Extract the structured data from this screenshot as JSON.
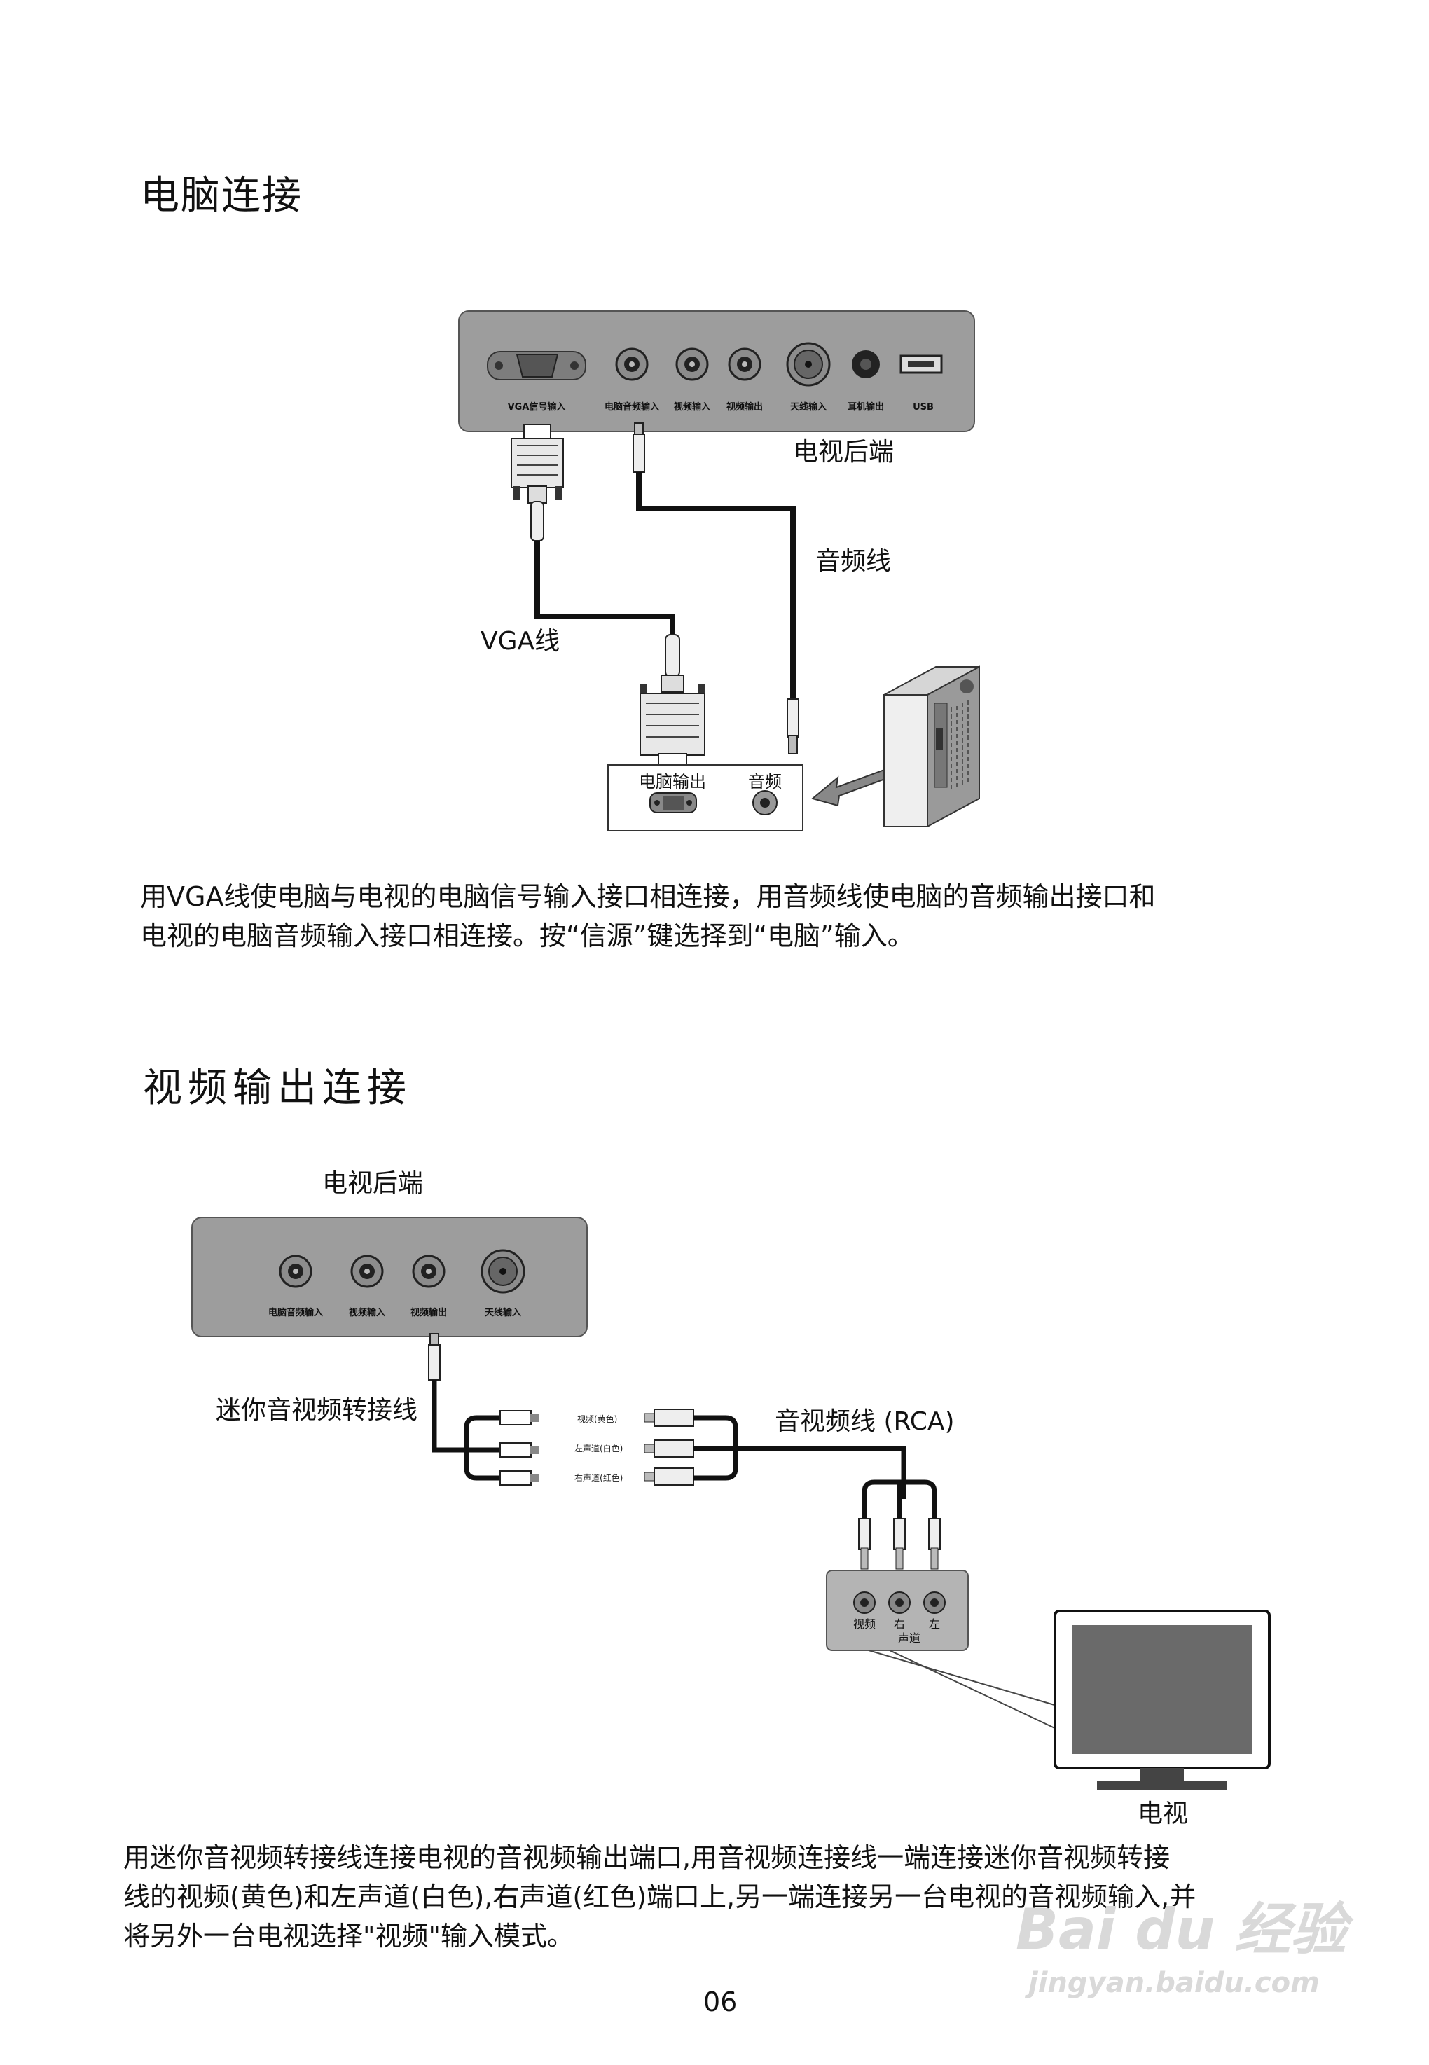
{
  "section1": {
    "title": "电脑连接",
    "panel_ports": [
      "VGA信号输入",
      "电脑音频输入",
      "视频输入",
      "视频输出",
      "天线输入",
      "耳机输出",
      "USB"
    ],
    "tv_rear_label": "电视后端",
    "audio_cable_label": "音频线",
    "vga_cable_label": "VGA线",
    "pc_box_labels": [
      "电脑输出",
      "音频"
    ],
    "paragraph_lines": [
      "用VGA线使电脑与电视的电脑信号输入接口相连接，用音频线使电脑的音频输出接口和",
      "电视的电脑音频输入接口相连接。按“信源”键选择到“电脑”输入。"
    ]
  },
  "section2": {
    "title": "视频输出连接",
    "tv_rear_label": "电视后端",
    "panel_ports": [
      "电脑音频输入",
      "视频输入",
      "视频输出",
      "天线输入"
    ],
    "mini_cable_label": "迷你音视频转接线",
    "rca_cable_label": "音视频线 (RCA)",
    "rca_channels": [
      "视频(黄色)",
      "左声道(白色)",
      "右声道(红色)"
    ],
    "tv_input_labels": [
      "视频",
      "右",
      "左",
      "声道"
    ],
    "tv_label": "电视",
    "paragraph_lines": [
      "用迷你音视频转接线连接电视的音视频输出端口,用音视频连接线一端连接迷你音视频转接",
      "线的视频(黄色)和左声道(白色),右声道(红色)端口上,另一端连接另一台电视的音视频输入,并",
      "将另外一台电视选择\"视频\"输入模式。"
    ]
  },
  "page_number": "06",
  "watermark": {
    "brand": "Bai du 经验",
    "url": "jingyan.baidu.com"
  }
}
